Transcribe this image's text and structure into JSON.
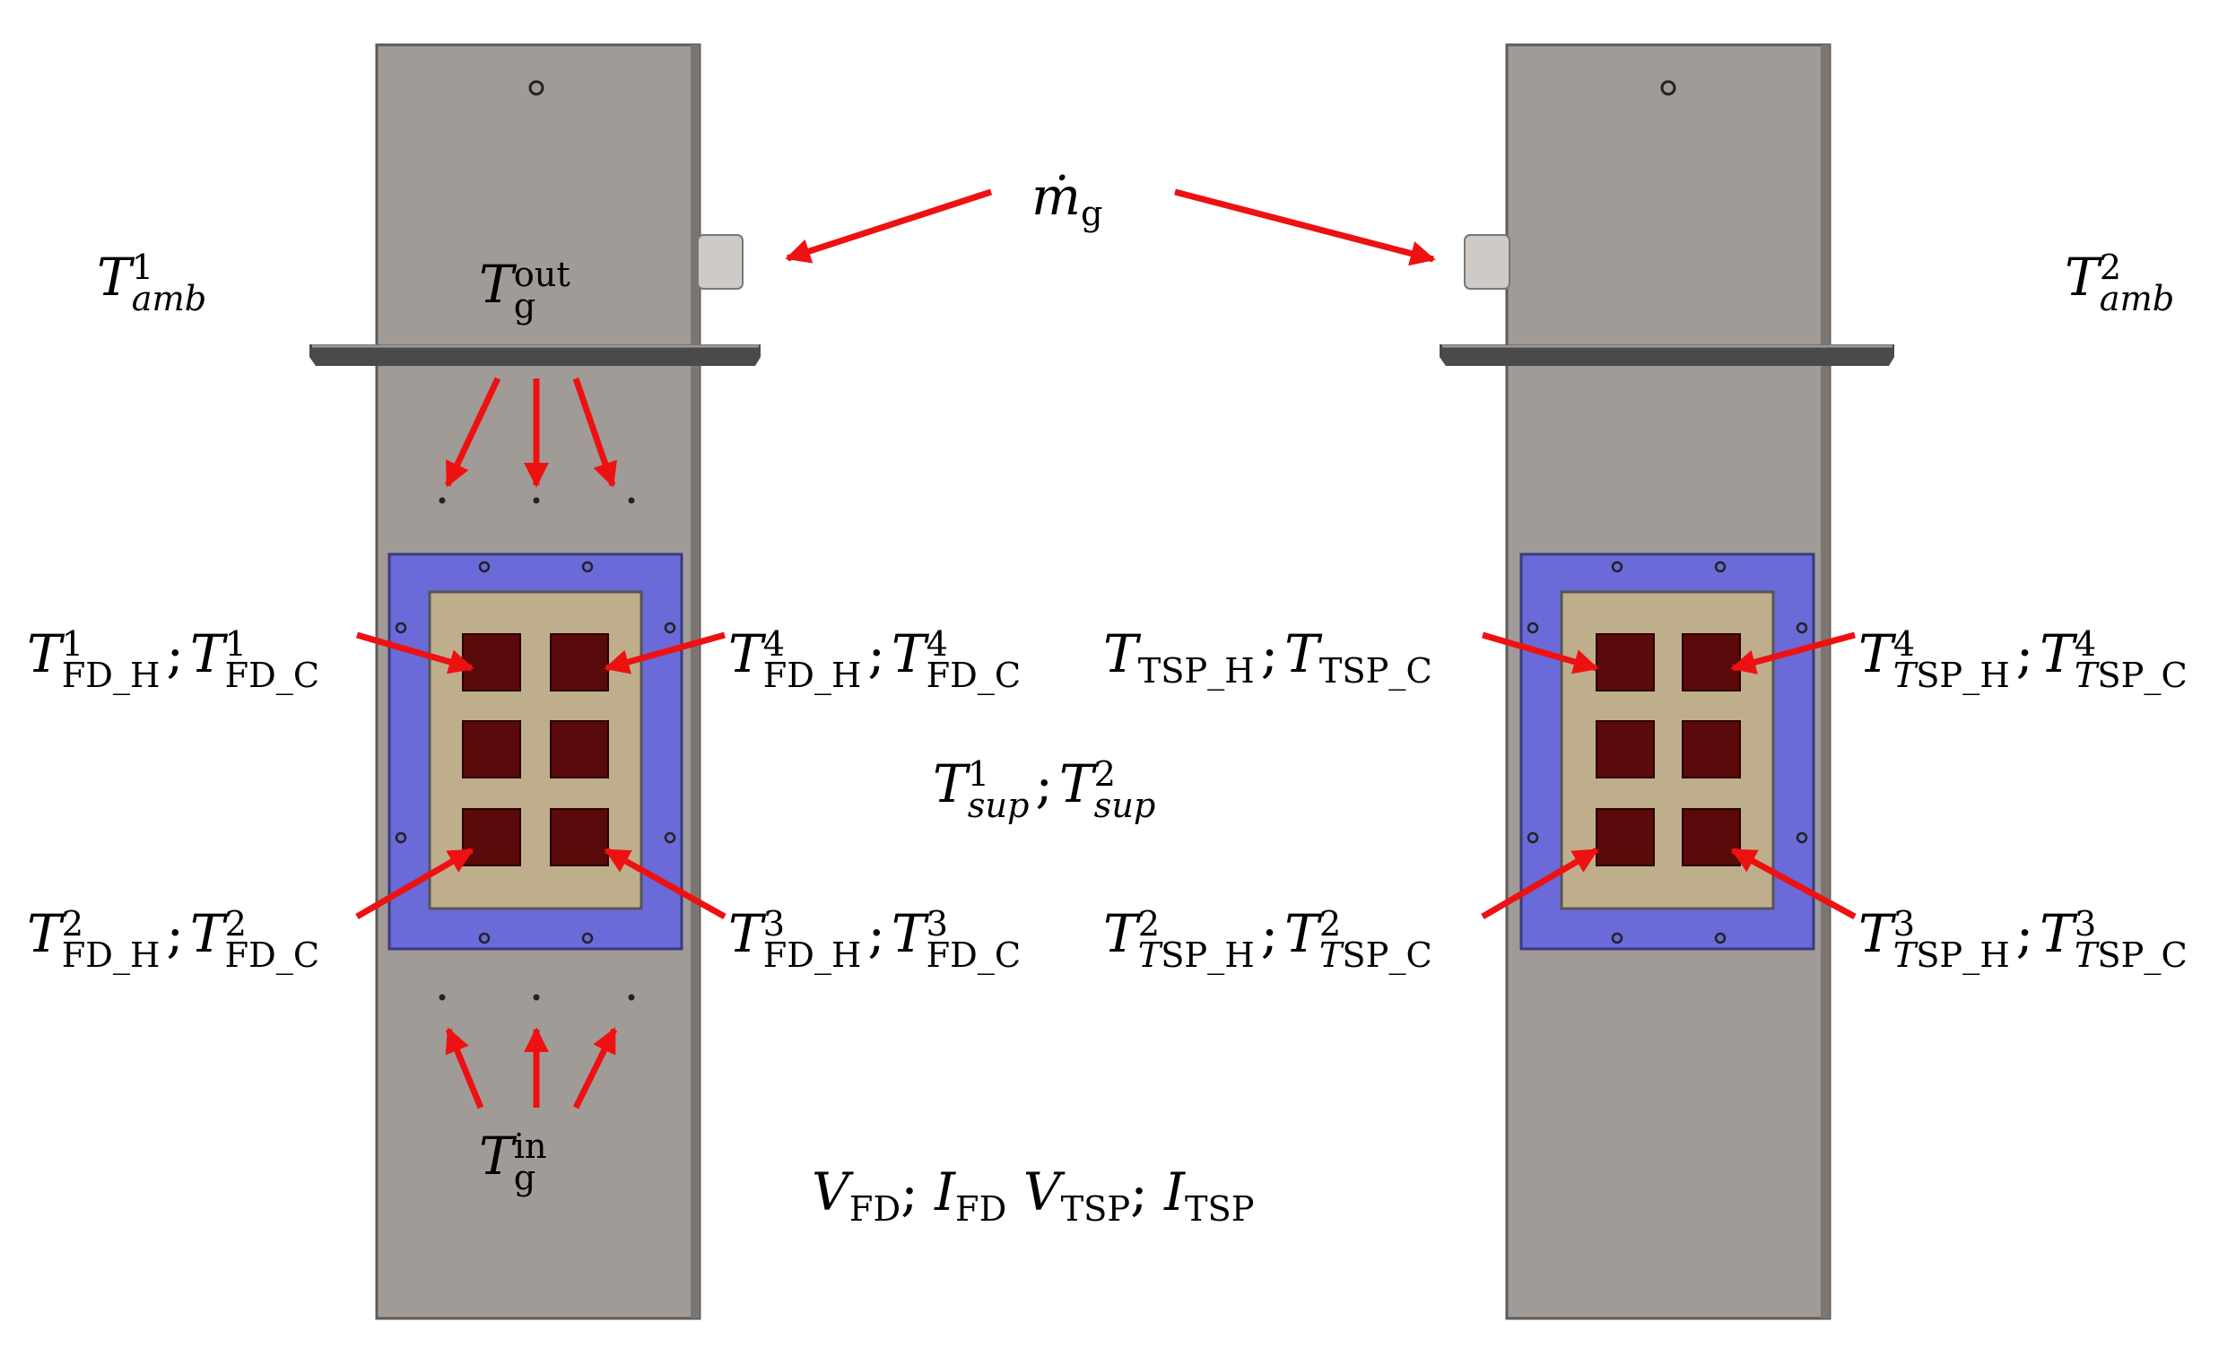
{
  "colors": {
    "housing": "#a19b97",
    "housing_edge": "#5e5a57",
    "frame": "#6a6ad8",
    "plate": "#bfae8c",
    "module": "#5a0a0a",
    "arrow": "#ee1111"
  },
  "labels": {
    "mass_flow": {
      "main": "ṁ",
      "sub": "g"
    },
    "amb_left": {
      "main": "T",
      "sup": "1",
      "sub": "amb"
    },
    "amb_right": {
      "main": "T",
      "sup": "2",
      "sub": "amb"
    },
    "gas_out": {
      "main": "T",
      "sup": "out",
      "sub": "g"
    },
    "gas_in": {
      "main": "T",
      "sup": "in",
      "sub": "g"
    },
    "fd1": {
      "main1": "T",
      "sup1": "1",
      "sub1": "FD_H",
      "sep": ";",
      "main2": "T",
      "sup2": "1",
      "sub2": "FD_C"
    },
    "fd4": {
      "main1": "T",
      "sup1": "4",
      "sub1": "FD_H",
      "sep": ";",
      "main2": "T",
      "sup2": "4",
      "sub2": "FD_C"
    },
    "fd2": {
      "main1": "T",
      "sup1": "2",
      "sub1": "FD_H",
      "sep": ";",
      "main2": "T",
      "sup2": "2",
      "sub2": "FD_C"
    },
    "fd3": {
      "main1": "T",
      "sup1": "3",
      "sub1": "FD_H",
      "sep": ";",
      "main2": "T",
      "sup2": "3",
      "sub2": "FD_C"
    },
    "tsp1": {
      "main1": "T",
      "sub1": "TSP_H",
      "sep": ";",
      "main2": "T",
      "sub2": "TSP_C"
    },
    "tsp4": {
      "main1": "T",
      "sup1": "4",
      "sub1a": "T",
      "sub1b": "SP_H",
      "sep": ";",
      "main2": "T",
      "sup2": "4",
      "sub2a": "T",
      "sub2b": "SP_C"
    },
    "tsp2": {
      "main1": "T",
      "sup1": "2",
      "sub1a": "T",
      "sub1b": "SP_H",
      "sep": ";",
      "main2": "T",
      "sup2": "2",
      "sub2a": "T",
      "sub2b": "SP_C"
    },
    "tsp3": {
      "main1": "T",
      "sup1": "3",
      "sub1a": "T",
      "sub1b": "SP_H",
      "sep": ";",
      "main2": "T",
      "sup2": "3",
      "sub2a": "T",
      "sub2b": "SP_C"
    },
    "support": {
      "main1": "T",
      "sup1": "1",
      "sub1": "sup",
      "sep": ";",
      "main2": "T",
      "sup2": "2",
      "sub2": "sup"
    },
    "electrical": {
      "v_fd_main": "V",
      "v_fd_sub": "FD",
      "sep1": ";",
      "i_fd_main": "I",
      "i_fd_sub": "FD",
      "v_tsp_main": "V",
      "v_tsp_sub": "TSP",
      "sep2": ";",
      "i_tsp_main": "I",
      "i_tsp_sub": "TSP"
    }
  }
}
